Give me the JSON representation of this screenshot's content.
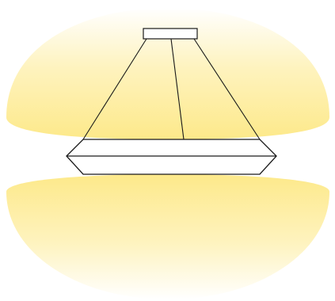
{
  "diagram": {
    "subject": "pendant-light-fixture",
    "colors": {
      "background": "#ffffff",
      "glow_core": "#fde98a",
      "glow_mid": "#fef3bf",
      "glow_edge": "#ffffff",
      "stroke": "#1a1a1a",
      "fixture_fill": "#ffffff"
    },
    "parts": [
      "ceiling-canopy",
      "suspension-cables",
      "light-fixture-body",
      "uplight-glow",
      "downlight-glow"
    ]
  }
}
